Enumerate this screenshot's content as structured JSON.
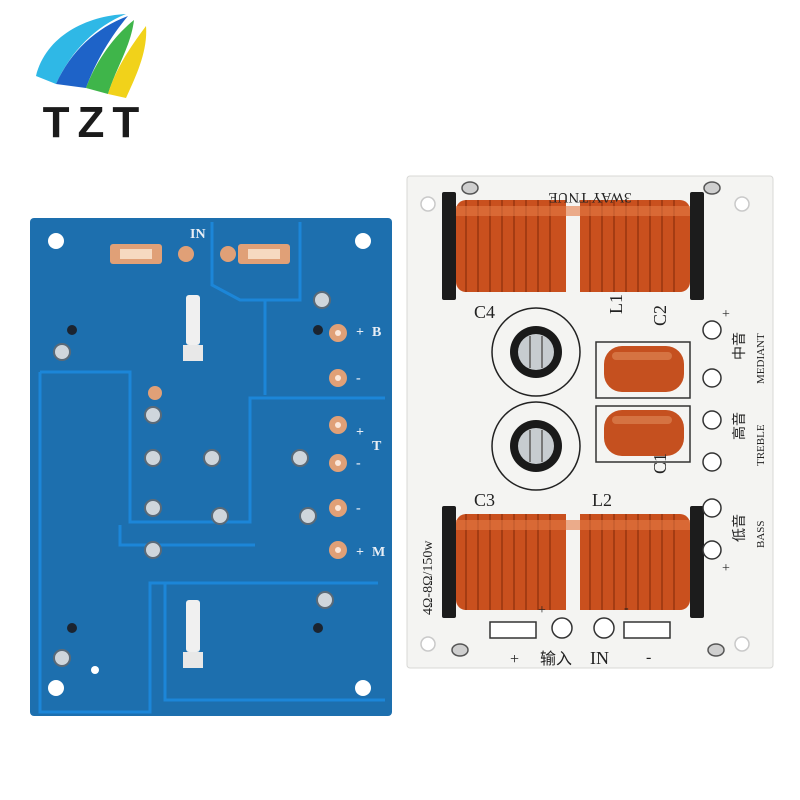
{
  "brand": {
    "name": "TZT",
    "colors": {
      "blue": "#1e63c8",
      "cyan": "#2fb8e6",
      "green": "#3fb54a",
      "yellow": "#f1d21a"
    }
  },
  "back_board": {
    "silkscreen": {
      "input": "IN",
      "bass": "B",
      "treble": "T",
      "mid": "M",
      "plus": "+",
      "minus": "-"
    },
    "colors": {
      "substrate": "#1d6fae",
      "trace": "#1c86d8",
      "pad": "#e0a077"
    }
  },
  "front_board": {
    "silkscreen": {
      "header": "3WAY TNUE",
      "c1": "C1",
      "c2": "C2",
      "c3": "C3",
      "c4": "C4",
      "l1": "L1",
      "l2": "L2",
      "spec": "4Ω-8Ω/150w",
      "mid_cn": "中音",
      "mid_en": "MEDIANT",
      "treble_cn": "高音",
      "treble_en": "TREBLE",
      "bass_cn": "低音",
      "bass_en": "BASS",
      "input_cn": "输入",
      "input_en": "IN",
      "plus": "+",
      "minus": "-"
    },
    "colors": {
      "board": "#f4f4f2",
      "coil": "#c9501e",
      "capacitor": "#c5501f"
    }
  }
}
